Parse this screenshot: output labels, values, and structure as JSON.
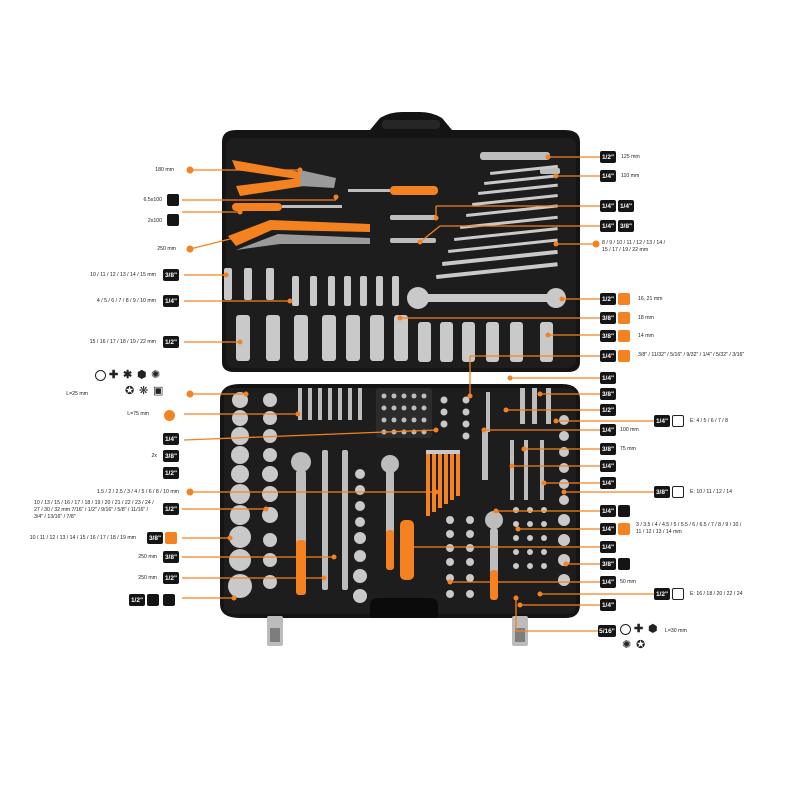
{
  "colors": {
    "accent": "#f58220",
    "case": "#141414",
    "tool": "#c9c9c9"
  },
  "left_labels": [
    {
      "text": "180 mm",
      "drive": ""
    },
    {
      "text": "6.5x100",
      "drive": ""
    },
    {
      "text": "2x100",
      "drive": ""
    },
    {
      "text": "250 mm",
      "drive": ""
    },
    {
      "text": "10 / 11 / 12 / 13 / 14 / 15 mm",
      "drive": "3/8\""
    },
    {
      "text": "4 / 5 / 6 / 7 / 8 / 9 / 10 mm",
      "drive": "1/4\""
    },
    {
      "text": "15 / 16 / 17 / 18 / 19 / 22 mm",
      "drive": "1/2\""
    },
    {
      "text": "L=25 mm",
      "drive": ""
    },
    {
      "text": "L=75 mm",
      "drive": ""
    },
    {
      "text": "",
      "drive": "1/4\""
    },
    {
      "text": "2x",
      "drive": "3/8\""
    },
    {
      "text": "",
      "drive": "1/2\""
    },
    {
      "text": "1.5 / 2 / 2.5 / 3 / 4 / 5 / 6 / 8 / 10 mm",
      "drive": ""
    },
    {
      "text": "10 / 13 / 15 / 16 / 17 / 18 / 19 / 20 / 21 / 22 / 23 / 24 / 27 / 30 / 32 mm 7/16\" / 1/2\" / 9/16\" / 5/8\" / 11/16\" / 3/4\" / 13/16\" / 7/8\"",
      "drive": "1/2\""
    },
    {
      "text": "10 / 11 / 12 / 13 / 14 / 15 / 16 / 17 / 18 / 19 mm",
      "drive": "3/8\""
    },
    {
      "text": "250 mm",
      "drive": "3/8\""
    },
    {
      "text": "250 mm",
      "drive": "1/2\""
    },
    {
      "text": "",
      "drive": "1/2\""
    }
  ],
  "right_labels": [
    {
      "drive": "1/2\"",
      "text": "125 mm"
    },
    {
      "drive": "1/4\"",
      "text": "110 mm"
    },
    {
      "drive": "1/4\"",
      "drive2": "1/4\"",
      "text": ""
    },
    {
      "drive": "1/4\"",
      "drive2": "3/8\"",
      "text": ""
    },
    {
      "drive": "",
      "text": "8 / 9 / 10 / 11 / 12 / 13 / 14 / 15 / 17 / 19 / 22 mm"
    },
    {
      "drive": "1/2\"",
      "text": "16, 21 mm"
    },
    {
      "drive": "3/8\"",
      "text": "18 mm"
    },
    {
      "drive": "3/8\"",
      "text": "14 mm"
    },
    {
      "drive": "1/4\"",
      "text": "3/8\" / 11/32\" / 5/16\" / 9/32\" / 1/4\" / 5/32\" / 3/16\""
    },
    {
      "drive": "1/4\"",
      "text": ""
    },
    {
      "drive": "3/8\"",
      "text": ""
    },
    {
      "drive": "1/2\"",
      "text": ""
    },
    {
      "drive": "1/4\"",
      "text": "E: 4 / 5 / 6 / 7 / 8"
    },
    {
      "drive": "1/4\"",
      "text": "100 mm"
    },
    {
      "drive": "3/8\"",
      "text": "75 mm"
    },
    {
      "drive": "1/4\"",
      "text": ""
    },
    {
      "drive": "1/4\"",
      "text": ""
    },
    {
      "drive": "3/8\"",
      "text": "E: 10 / 11 / 12 / 14"
    },
    {
      "drive": "1/4\"",
      "text": ""
    },
    {
      "drive": "1/4\"",
      "text": "3 / 3.5 / 4 / 4.5 / 5 / 5.5 / 6 / 6.5 / 7 / 8 / 9 / 10 / 11 / 12 / 13 / 14 mm"
    },
    {
      "drive": "1/4\"",
      "text": ""
    },
    {
      "drive": "3/8\"",
      "text": ""
    },
    {
      "drive": "1/4\"",
      "text": "50 mm"
    },
    {
      "drive": "1/2\"",
      "text": "E: 16 / 18 / 20 / 22 / 24"
    },
    {
      "drive": "1/4\"",
      "text": ""
    },
    {
      "drive": "5/16\"",
      "text": "L=30 mm"
    }
  ],
  "icons": [
    "flat-bit-icon",
    "phillips-bit-icon",
    "pozidriv-bit-icon",
    "hex-bit-icon",
    "torx-bit-icon",
    "square-bit-icon",
    "triple-square-bit-icon",
    "torx-tamper-bit-icon",
    "e-torx-icon",
    "spark-plug-icon",
    "hex-nut-icon"
  ]
}
